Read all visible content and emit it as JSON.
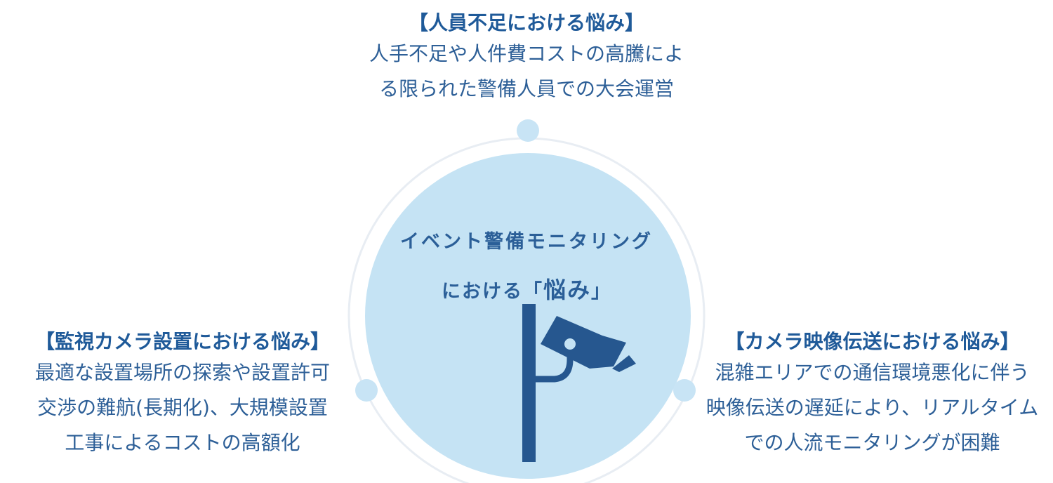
{
  "center": {
    "title": "イベント警備モニタリング",
    "subtitle_prefix": "における「",
    "subtitle_emphasis": "悩み",
    "subtitle_suffix": "」"
  },
  "top": {
    "heading": "【人員不足における悩み】",
    "lines": [
      "人手不足や人件費コストの高騰によ",
      "る限られた警備人員での大会運営"
    ]
  },
  "left": {
    "heading": "【監視カメラ設置における悩み】",
    "lines": [
      "最適な設置場所の探索や設置許可",
      "交渉の難航(長期化)、大規模設置",
      "工事によるコストの高額化"
    ]
  },
  "right": {
    "heading": "【カメラ映像伝送における悩み】",
    "lines": [
      "混雑エリアでの通信環境悪化に伴う",
      "映像伝送の遅延により、リアルタイム",
      "での人流モニタリングが困難"
    ]
  },
  "colors": {
    "circle_fill": "#c5e3f4",
    "ring": "#e6ecf2",
    "dot": "#c5e3f4",
    "camera": "#26578f",
    "text": "#2d5f97"
  },
  "icons": [
    "security-camera-icon"
  ]
}
